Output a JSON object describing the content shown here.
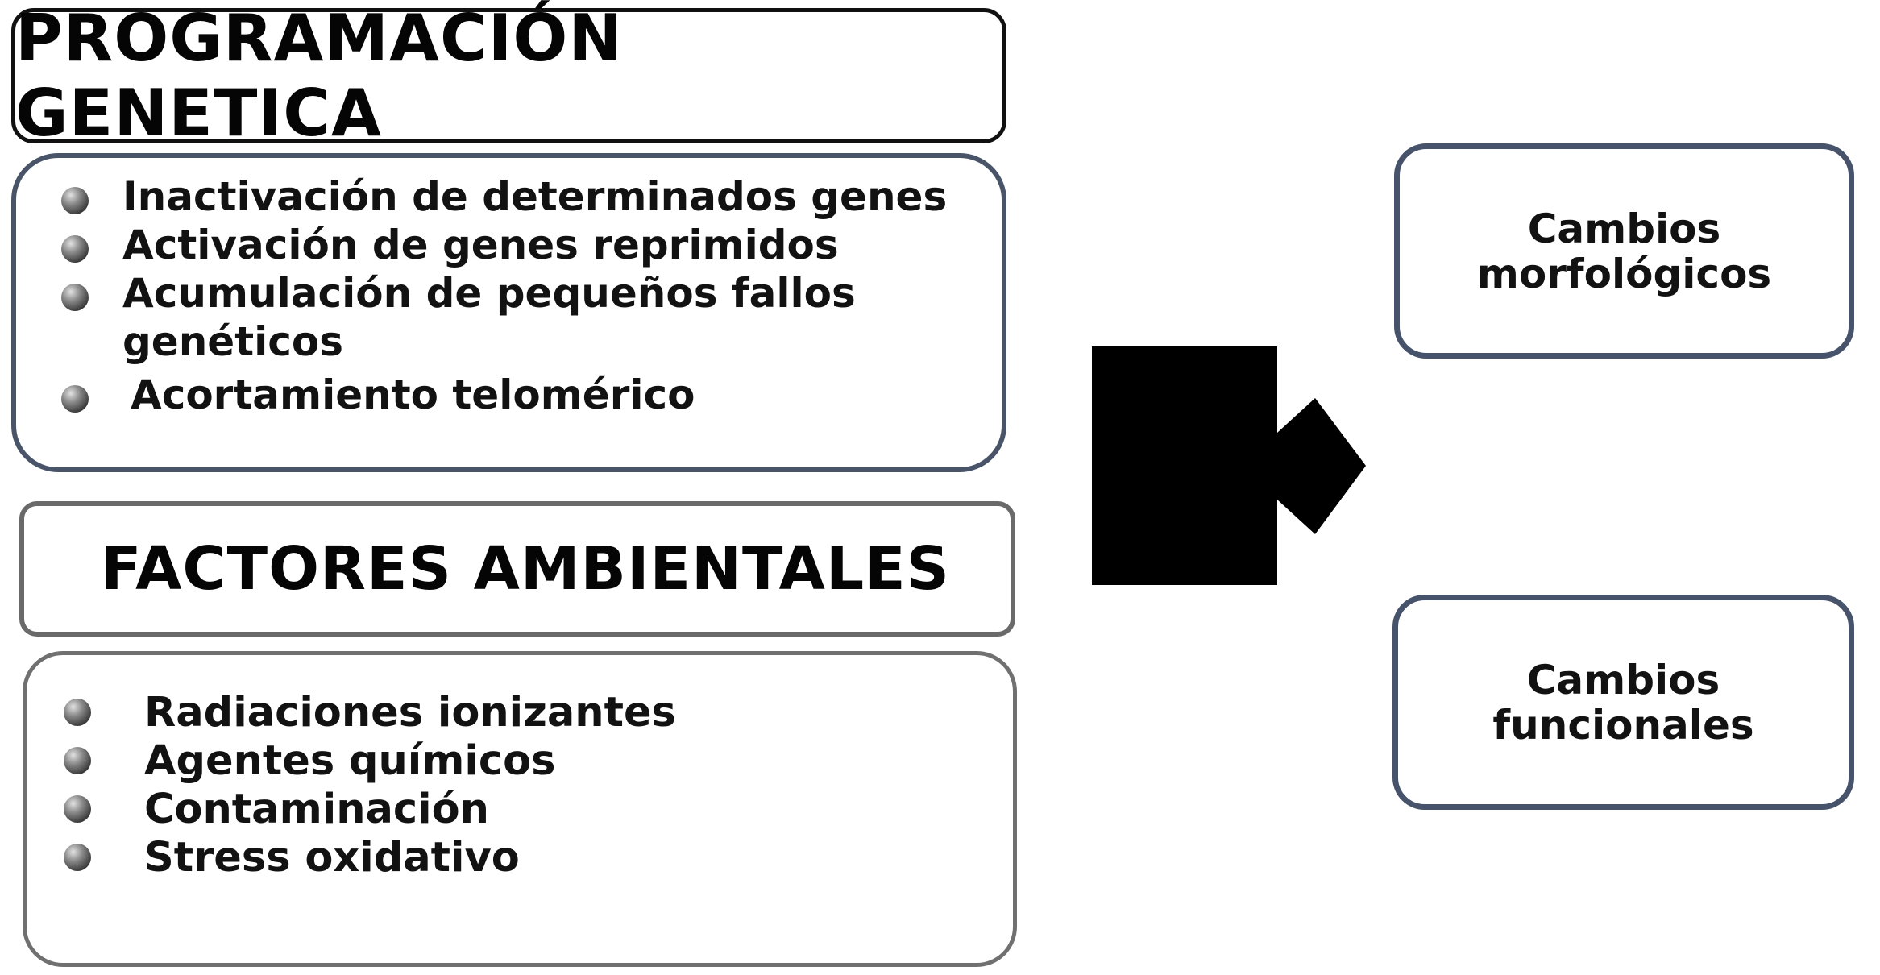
{
  "genetic": {
    "title": "PROGRAMACIÓN GENETICA",
    "items": [
      "Inactivación de determinados genes",
      "Activación de genes reprimidos",
      "Acumulación de pequeños fallos genéticos",
      "Acortamiento telomérico"
    ]
  },
  "environmental": {
    "title": "FACTORES AMBIENTALES",
    "items": [
      "Radiaciones ionizantes",
      "Agentes químicos",
      "Contaminación",
      "Stress oxidativo"
    ]
  },
  "results": {
    "morphological": "Cambios morfológicos",
    "functional": "Cambios funcionales"
  },
  "colors": {
    "box_border_dark": "#111111",
    "box_border_slate": "#46536a",
    "box_border_gray": "#6a6a6a",
    "arrow": "#000000"
  }
}
